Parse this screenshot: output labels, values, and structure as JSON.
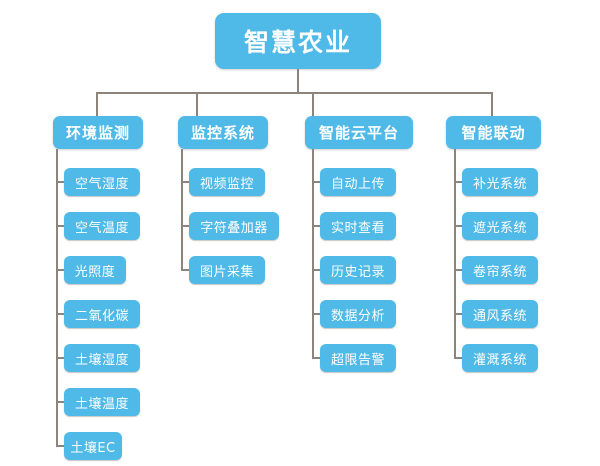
{
  "diagram": {
    "type": "organization-tree",
    "title": "智慧农业",
    "colors": {
      "node_fill": "#4fb9e8",
      "node_text": "#ffffff",
      "connector": "#8d857c",
      "background": "#ffffff"
    },
    "root": {
      "label": "智慧农业"
    },
    "branches": [
      {
        "label": "环境监测",
        "children": [
          {
            "label": "空气湿度"
          },
          {
            "label": "空气温度"
          },
          {
            "label": "光照度"
          },
          {
            "label": "二氧化碳"
          },
          {
            "label": "土壤湿度"
          },
          {
            "label": "土壤温度"
          },
          {
            "label": "土壤EC"
          }
        ]
      },
      {
        "label": "监控系统",
        "children": [
          {
            "label": "视频监控"
          },
          {
            "label": "字符叠加器"
          },
          {
            "label": "图片采集"
          }
        ]
      },
      {
        "label": "智能云平台",
        "children": [
          {
            "label": "自动上传"
          },
          {
            "label": "实时查看"
          },
          {
            "label": "历史记录"
          },
          {
            "label": "数据分析"
          },
          {
            "label": "超限告警"
          }
        ]
      },
      {
        "label": "智能联动",
        "children": [
          {
            "label": "补光系统"
          },
          {
            "label": "遮光系统"
          },
          {
            "label": "卷帘系统"
          },
          {
            "label": "通风系统"
          },
          {
            "label": "灌溉系统"
          }
        ]
      }
    ]
  }
}
